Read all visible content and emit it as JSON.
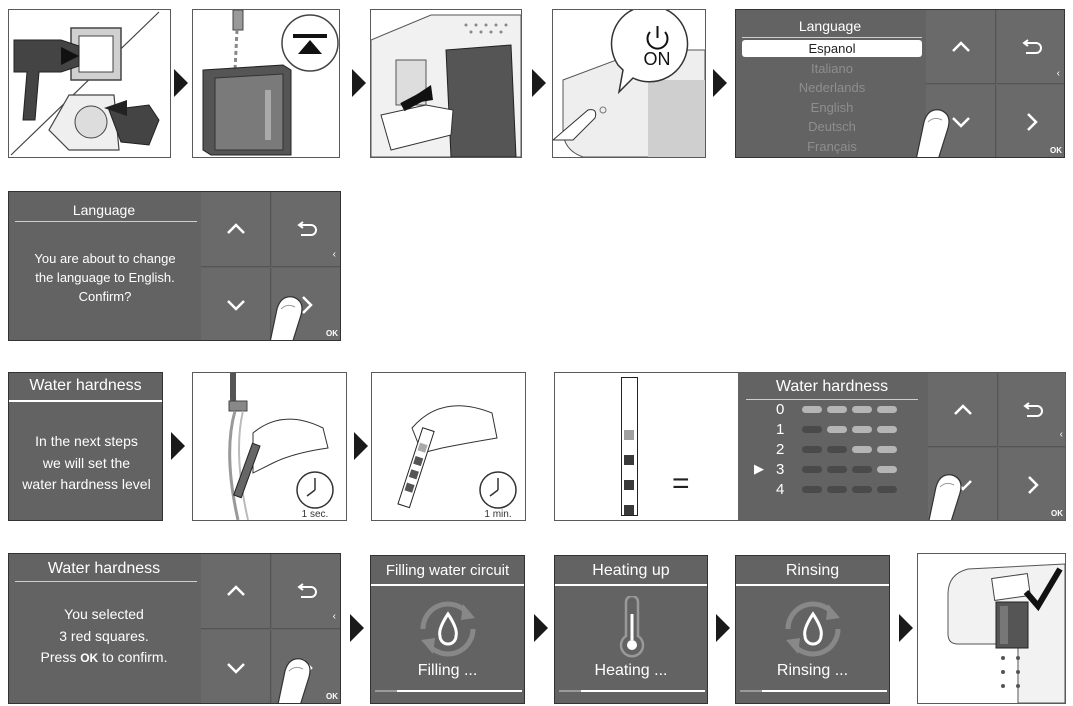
{
  "steps": {
    "power_on": {
      "label": "ON"
    },
    "language_select": {
      "title": "Language",
      "items": [
        "Espanol",
        "Italiano",
        "Nederlands",
        "English",
        "Deutsch",
        "Français"
      ],
      "selected_index": 0,
      "ok_label": "OK"
    },
    "language_confirm": {
      "title": "Language",
      "message": [
        "You are about to change",
        "the language to English.",
        "Confirm?"
      ],
      "ok_label": "OK"
    },
    "water_intro": {
      "title": "Water hardness",
      "message": [
        "In the next steps",
        "we will set the",
        "water hardness level"
      ]
    },
    "dip_strip": {
      "timer_label": "1 sec."
    },
    "wait_strip": {
      "timer_label": "1 min."
    },
    "water_select": {
      "title": "Water hardness",
      "equals": "=",
      "levels": [
        {
          "num": "0",
          "red": 0
        },
        {
          "num": "1",
          "red": 1
        },
        {
          "num": "2",
          "red": 2
        },
        {
          "num": "3",
          "red": 3
        },
        {
          "num": "4",
          "red": 4
        }
      ],
      "selected_level": 3,
      "strip_red_squares": 3,
      "ok_label": "OK"
    },
    "water_confirm": {
      "title": "Water hardness",
      "line1": "You selected",
      "line2": "3 red squares.",
      "line3_pre": "Press ",
      "line3_ok": "OK",
      "line3_post": " to confirm.",
      "ok_label": "OK"
    },
    "filling": {
      "title": "Filling water circuit",
      "status": "Filling ...",
      "progress": 0.15
    },
    "heating": {
      "title": "Heating up",
      "status": "Heating ...",
      "progress": 0.15
    },
    "rinsing": {
      "title": "Rinsing",
      "status": "Rinsing ...",
      "progress": 0.15
    }
  },
  "colors": {
    "screen_bg": "#636363",
    "strip_red": "#3a3a3a",
    "strip_empty": "#a0a0a0",
    "dark_bar": "#4a4a4a",
    "light_bar": "#b5b5b5"
  }
}
